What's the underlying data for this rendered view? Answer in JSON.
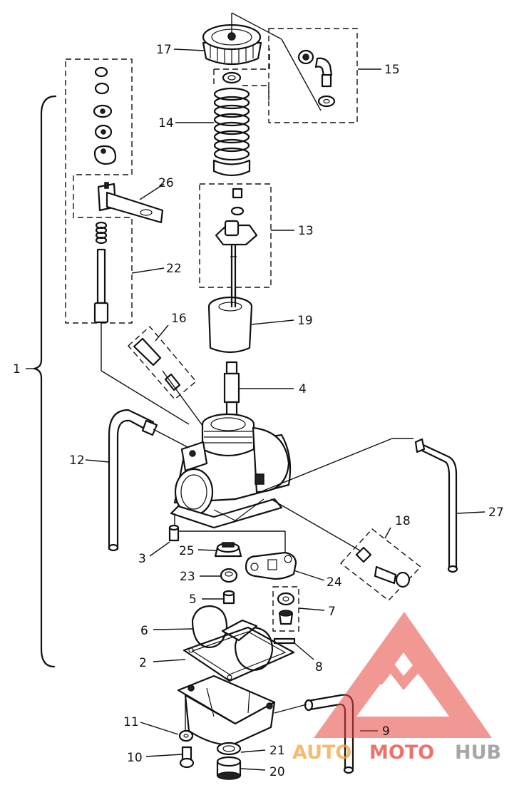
{
  "callouts": [
    {
      "id": "c1",
      "text": "1"
    },
    {
      "id": "c2",
      "text": "2"
    },
    {
      "id": "c3",
      "text": "3"
    },
    {
      "id": "c4",
      "text": "4"
    },
    {
      "id": "c5",
      "text": "5"
    },
    {
      "id": "c6",
      "text": "6"
    },
    {
      "id": "c7",
      "text": "7"
    },
    {
      "id": "c8",
      "text": "8"
    },
    {
      "id": "c9",
      "text": "9"
    },
    {
      "id": "c10",
      "text": "10"
    },
    {
      "id": "c11",
      "text": "11"
    },
    {
      "id": "c12",
      "text": "12"
    },
    {
      "id": "c13",
      "text": "13"
    },
    {
      "id": "c14",
      "text": "14"
    },
    {
      "id": "c15",
      "text": "15"
    },
    {
      "id": "c16",
      "text": "16"
    },
    {
      "id": "c17",
      "text": "17"
    },
    {
      "id": "c18",
      "text": "18"
    },
    {
      "id": "c19",
      "text": "19"
    },
    {
      "id": "c20",
      "text": "20"
    },
    {
      "id": "c21",
      "text": "21"
    },
    {
      "id": "c22",
      "text": "22"
    },
    {
      "id": "c23",
      "text": "23"
    },
    {
      "id": "c24",
      "text": "24"
    },
    {
      "id": "c25",
      "text": "25"
    },
    {
      "id": "c26",
      "text": "26"
    },
    {
      "id": "c27",
      "text": "27"
    }
  ],
  "watermark": {
    "part1": "AUTO",
    "part2": "MOTO",
    "part3": "HUB",
    "color_red": "#e8443c",
    "color_orange": "#f2a440",
    "color_gray": "#8a8a8a"
  }
}
